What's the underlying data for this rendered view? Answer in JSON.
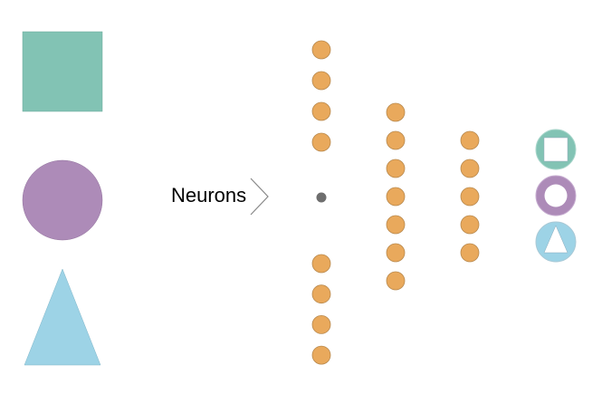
{
  "label": "Neurons",
  "colors": {
    "square": "#82C3B4",
    "circle": "#AD8BB8",
    "triangle": "#9DD3E6",
    "neuron": "#E9A95C",
    "neuron_stroke": "#B8894E",
    "ellipsis_dot": "#6E6E6E",
    "chevron": "#888888"
  },
  "layers": [
    {
      "name": "input",
      "neurons_before_gap": 4,
      "neurons_after_gap": 4,
      "has_ellipsis": true
    },
    {
      "name": "hidden-1",
      "neurons": 7
    },
    {
      "name": "hidden-2",
      "neurons": 5
    },
    {
      "name": "output",
      "classes": [
        "square",
        "circle",
        "triangle"
      ]
    }
  ],
  "input_shapes": [
    "square",
    "circle",
    "triangle"
  ]
}
